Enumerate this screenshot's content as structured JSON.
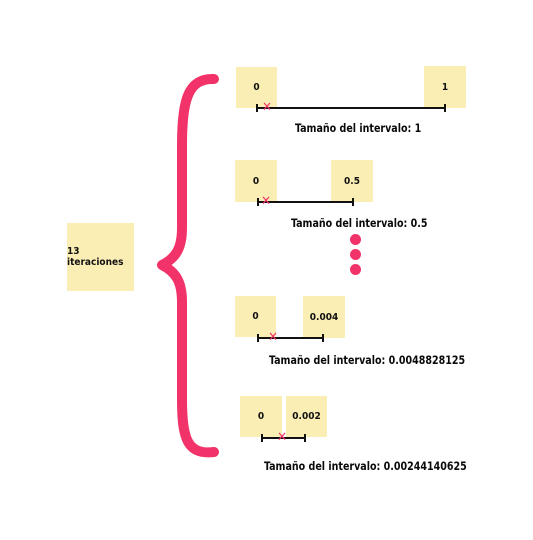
{
  "colors": {
    "note": "#fbeeb5",
    "accent": "#f2336a",
    "line": "#111111"
  },
  "summary": {
    "label": "13 iteraciones"
  },
  "steps": [
    {
      "left_label": "0",
      "right_label": "1",
      "caption": "Tamaño del intervalo: 1"
    },
    {
      "left_label": "0",
      "right_label": "0.5",
      "caption": "Tamaño del intervalo: 0.5"
    },
    {
      "left_label": "0",
      "right_label": "0.004",
      "caption": "Tamaño del intervalo: 0.0048828125"
    },
    {
      "left_label": "0",
      "right_label": "0.002",
      "caption": "Tamaño del intervalo: 0.00244140625"
    }
  ],
  "icons": {
    "brace": "curly-brace-icon",
    "marker": "x-marker-icon",
    "ellipsis": "vertical-ellipsis-icon"
  }
}
